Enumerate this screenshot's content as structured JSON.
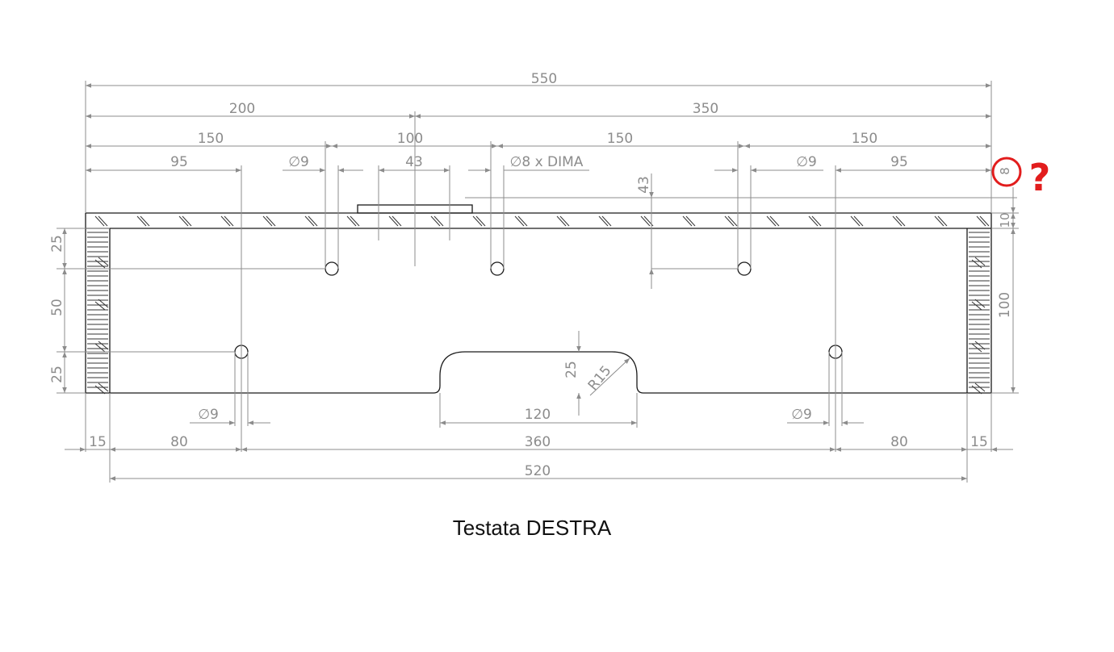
{
  "title": "Testata DESTRA",
  "annotation": {
    "question_mark": "?",
    "color": "#e21d1d",
    "icon": "red-circle-highlight"
  },
  "dimensions": {
    "overall_550": "550",
    "d200": "200",
    "d350": "350",
    "top_150_a": "150",
    "top_100": "100",
    "top_150_b": "150",
    "top_150_c": "150",
    "left_95": "95",
    "hole_dia_left": "∅9",
    "dima_43": "43",
    "hole_dima": "∅8 x DIMA",
    "hole_dia_right": "∅9",
    "right_95": "95",
    "edge_8": "8",
    "vert_43": "43",
    "thick_10": "10",
    "height_100": "100",
    "left_25_top": "25",
    "left_50": "50",
    "left_25_bottom": "25",
    "notch_25": "25",
    "notch_radius": "R15",
    "notch_120": "120",
    "bottom_hole_dia_left": "∅9",
    "bottom_hole_dia_right": "∅9",
    "bottom_15_left": "15",
    "bottom_80_left": "80",
    "bottom_360": "360",
    "bottom_80_right": "80",
    "bottom_15_right": "15",
    "bottom_520": "520"
  }
}
